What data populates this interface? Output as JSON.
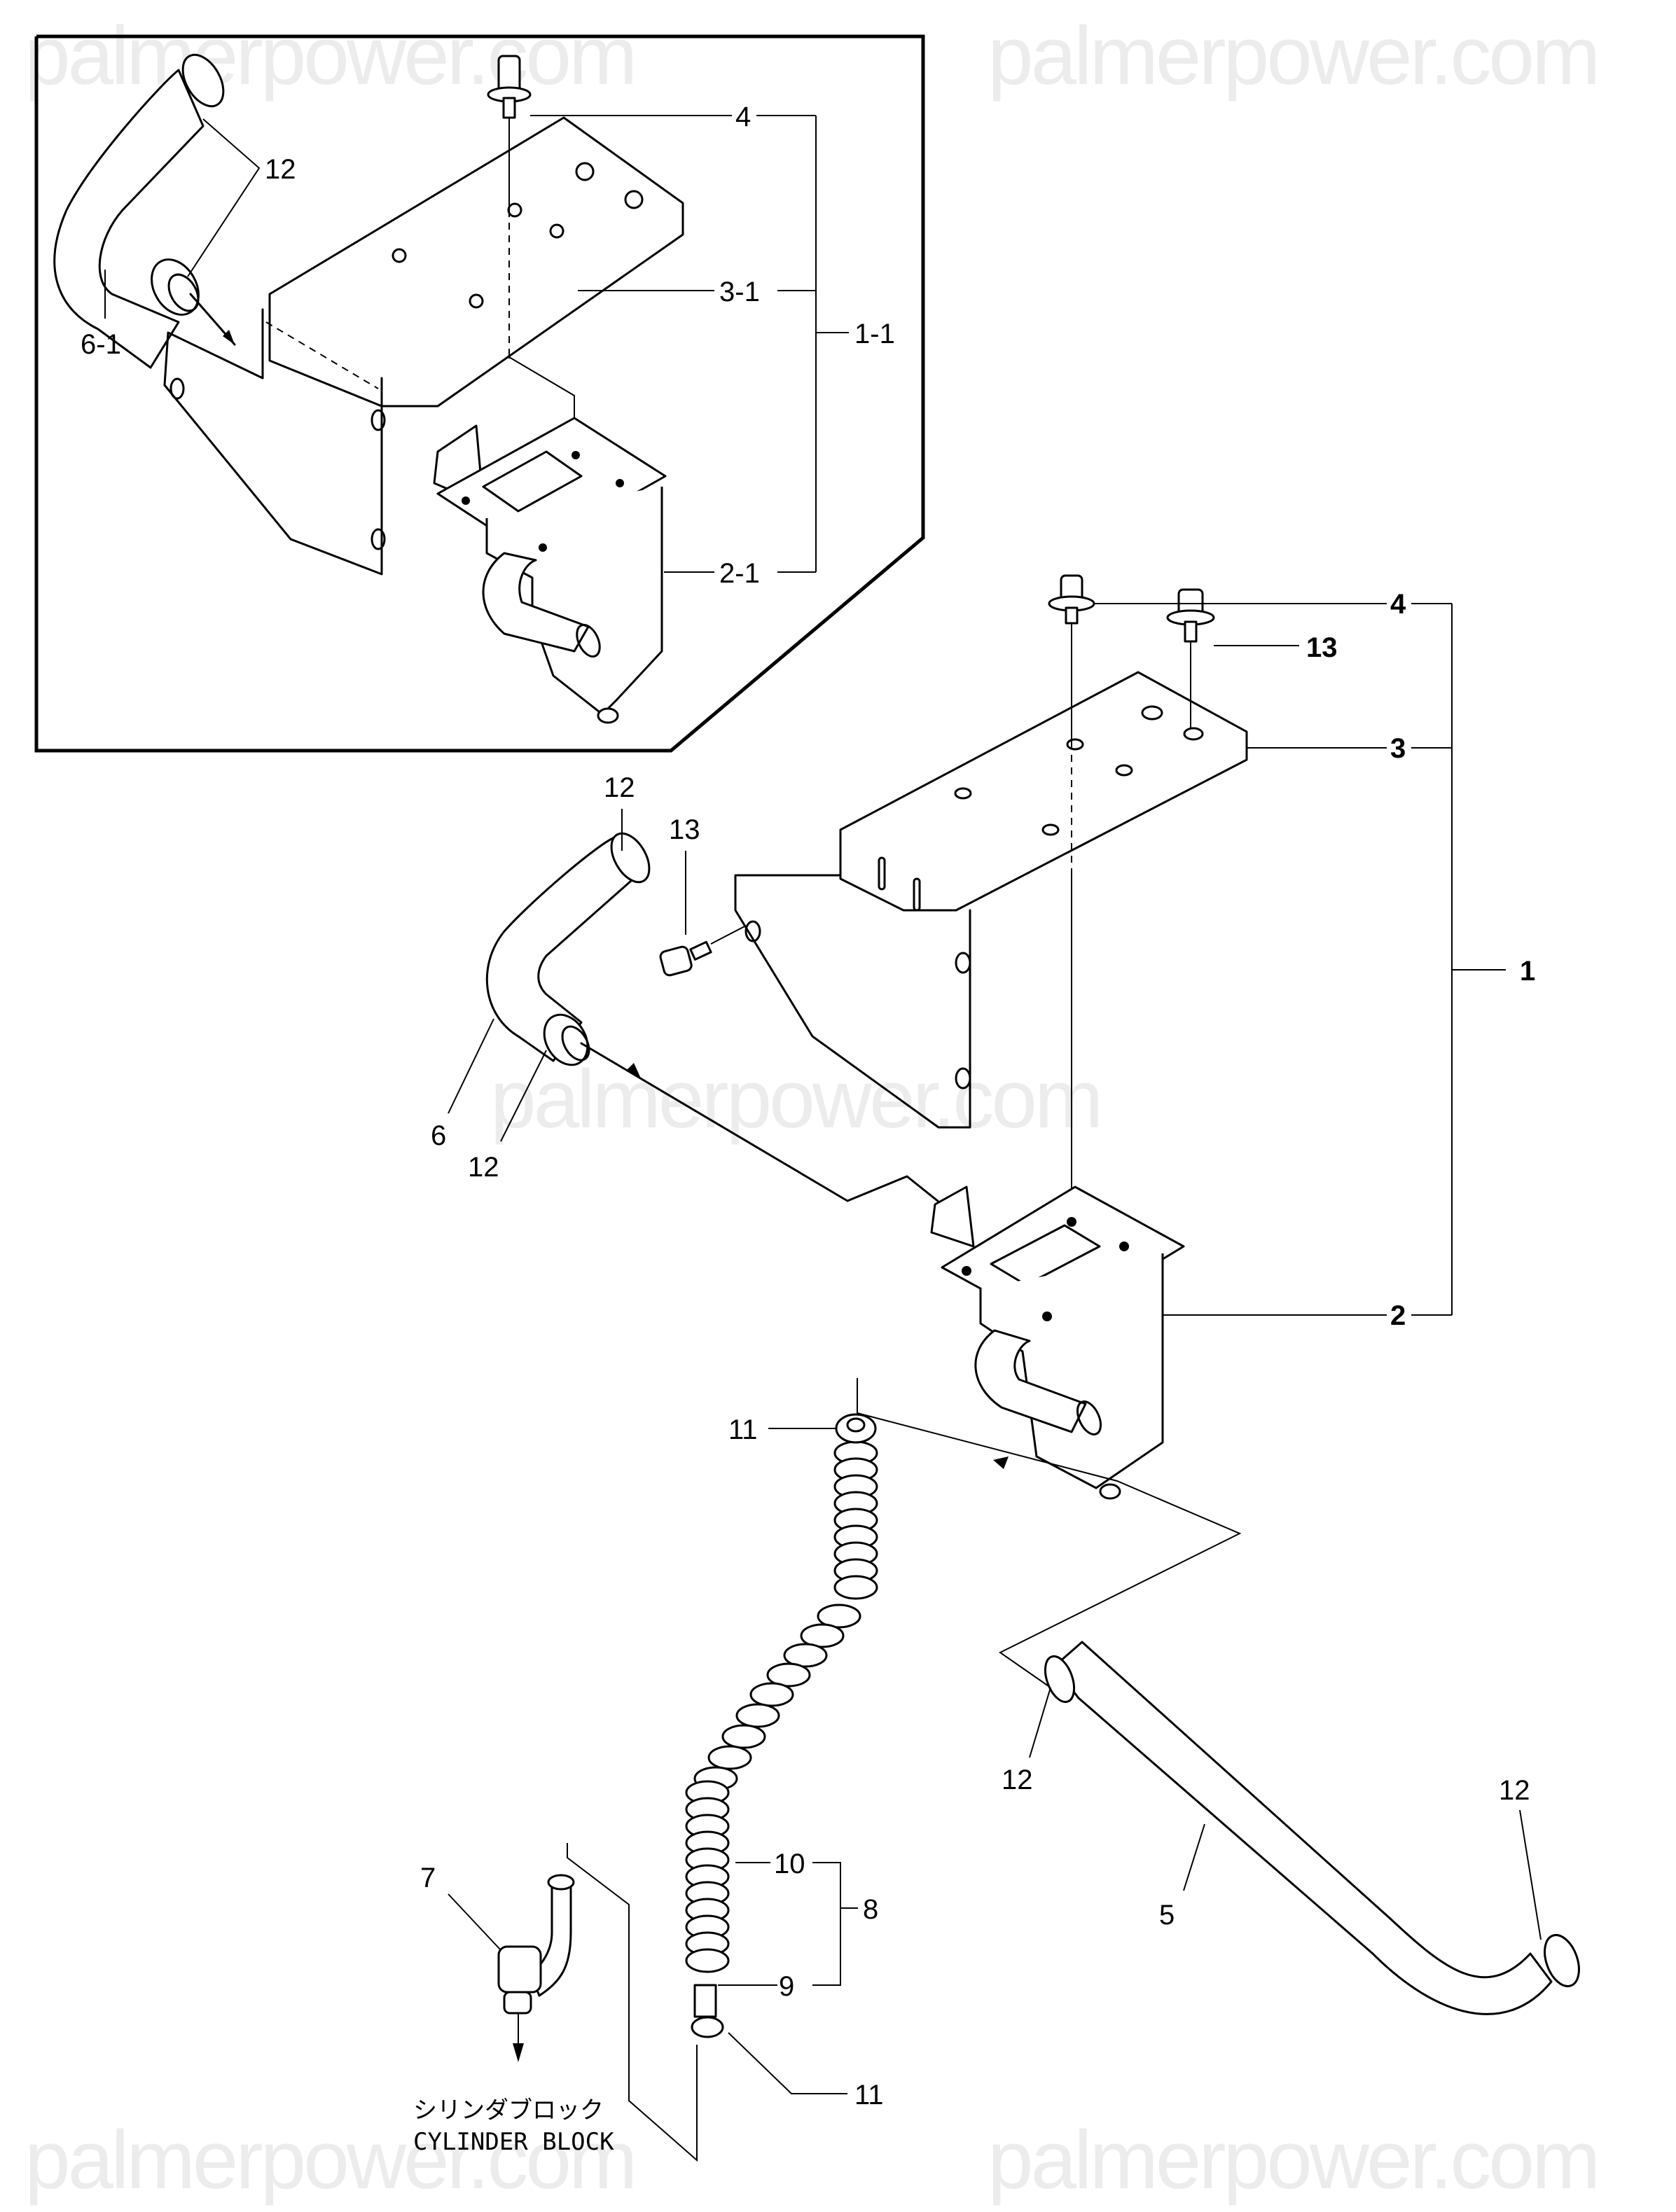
{
  "watermark": "palmerpower.com",
  "inset": {
    "labels": {
      "bolt": "4",
      "bracket": "3-1",
      "assembly": "1-1",
      "tank": "2-1",
      "hose": "6-1",
      "clamp": "12"
    }
  },
  "main": {
    "labels": {
      "bolt": "4",
      "bolt_top": "13",
      "bracket": "3",
      "assembly": "1",
      "tank": "2",
      "bolt_side": "13",
      "hose": "6",
      "clamp_top": "12",
      "clamp_bottom": "12",
      "corrugated_clamp_top": "11",
      "corrugated_clamp_bottom": "11",
      "corrugated_hose": "10",
      "corrugated_assembly": "8",
      "corrugated_fitting": "9",
      "joint": "7",
      "pipe": "5",
      "pipe_clamp_left": "12",
      "pipe_clamp_right": "12"
    },
    "destination": {
      "japanese": "シリンダブロック",
      "english": "CYLINDER BLOCK"
    }
  }
}
